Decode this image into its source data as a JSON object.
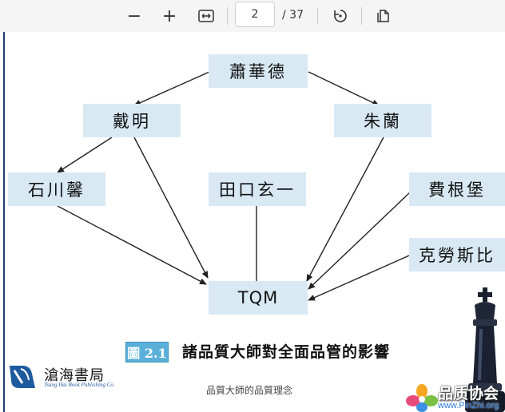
{
  "toolbar": {
    "zoom_out": "−",
    "zoom_in": "+",
    "page_current": "2",
    "page_total": "/ 37"
  },
  "diagram": {
    "nodes": {
      "top": "蕭華德",
      "left_mid": "戴明",
      "right_mid": "朱蘭",
      "left_low": "石川馨",
      "center_low": "田口玄一",
      "right_low": "費根堡",
      "right_lower": "克勞斯比",
      "center": "TQM"
    },
    "caption_label": "圖 2.1",
    "caption_text": "諸品質大師對全面品管的影響"
  },
  "publisher": {
    "name": "滄海書局",
    "english": "Tsang Hai Book Publishing Co."
  },
  "footer": "品質大師的品質理念",
  "watermark": {
    "name": "品质协会",
    "url": "www.PinZhi.org"
  },
  "icons": [
    "zoom-out-icon",
    "zoom-in-icon",
    "fit-width-icon",
    "rotate-icon",
    "page-view-icon",
    "chess-king-icon",
    "publisher-logo-icon",
    "watermark-logo-icon"
  ]
}
